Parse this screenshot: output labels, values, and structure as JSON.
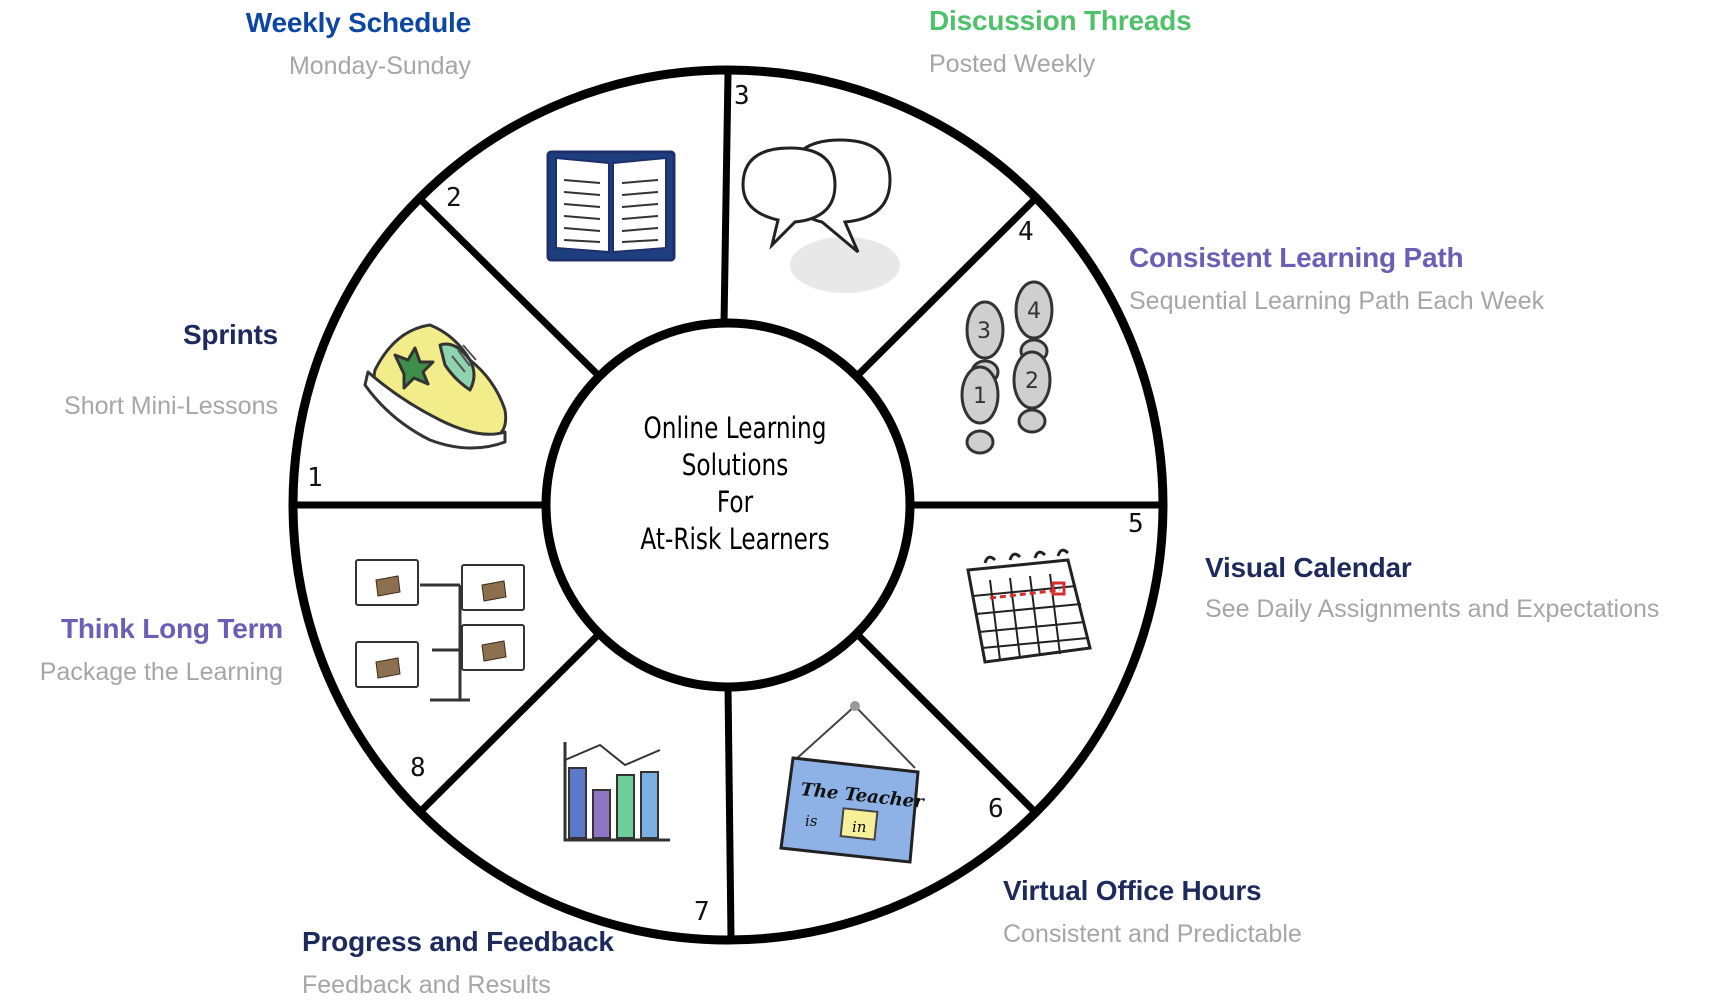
{
  "center": {
    "lines": [
      "Online Learning",
      "Solutions",
      "For",
      "At-Risk Learners"
    ]
  },
  "segments": [
    {
      "number": "1",
      "title": "Sprints",
      "subtitle": "Short Mini-Lessons",
      "title_color": "#1f2a5c",
      "icon": "running-shoe-icon"
    },
    {
      "number": "2",
      "title": "Weekly Schedule",
      "subtitle": "Monday-Sunday",
      "title_color": "#0d47a1",
      "icon": "open-book-icon"
    },
    {
      "number": "3",
      "title": "Discussion Threads",
      "subtitle": "Posted Weekly",
      "title_color": "#4fc16a",
      "icon": "speech-bubbles-icon"
    },
    {
      "number": "4",
      "title": "Consistent Learning Path",
      "subtitle": "Sequential Learning Path Each Week",
      "title_color": "#6b5fb5",
      "icon": "footprints-icon"
    },
    {
      "number": "5",
      "title": "Visual Calendar",
      "subtitle": "See Daily Assignments and Expectations",
      "title_color": "#1f2a5c",
      "icon": "calendar-icon"
    },
    {
      "number": "6",
      "title": "Virtual Office Hours",
      "subtitle": "Consistent and Predictable",
      "title_color": "#1f2a5c",
      "icon": "door-sign-icon",
      "sign_text": [
        "The Teacher",
        "is",
        "in"
      ]
    },
    {
      "number": "7",
      "title": "Progress and Feedback",
      "subtitle": "Feedback and Results",
      "title_color": "#1f2a5c",
      "icon": "bar-chart-icon"
    },
    {
      "number": "8",
      "title": "Think Long Term",
      "subtitle": "Package the Learning",
      "title_color": "#6b5fb5",
      "icon": "org-chart-icon"
    }
  ]
}
